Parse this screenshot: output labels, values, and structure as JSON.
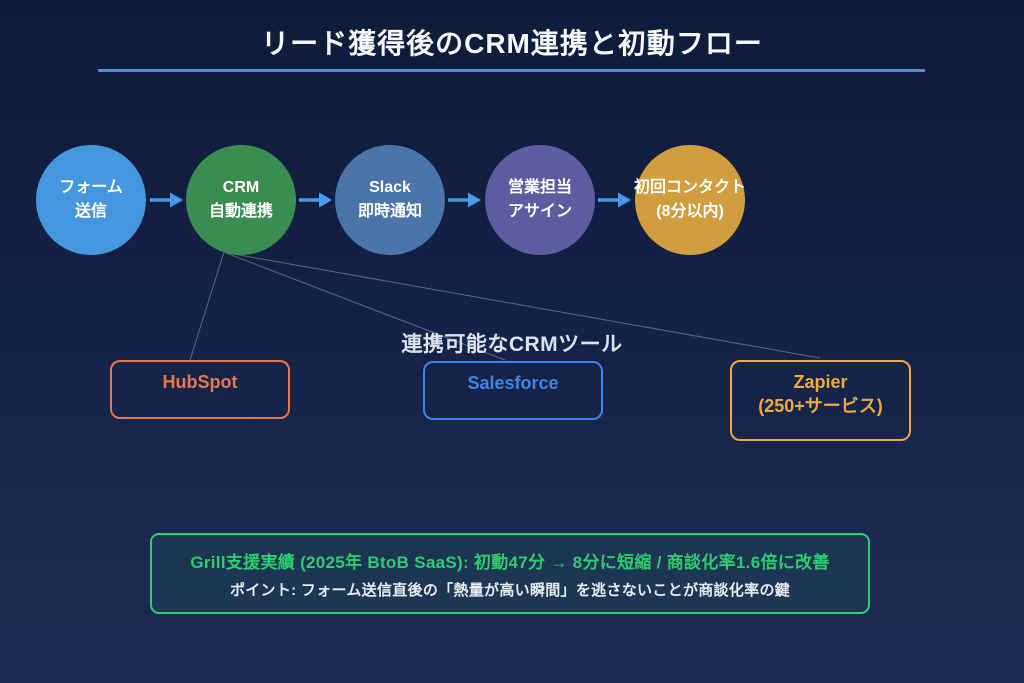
{
  "title": "リード獲得後のCRM連携と初動フロー",
  "flow": {
    "steps": [
      {
        "line1": "フォーム",
        "line2": "送信",
        "color": "#4597dd"
      },
      {
        "line1": "CRM",
        "line2": "自動連携",
        "color": "#3a8c50"
      },
      {
        "line1": "Slack",
        "line2": "即時通知",
        "color": "#4b74a9"
      },
      {
        "line1": "営業担当",
        "line2": "アサイン",
        "color": "#5d5ca0"
      },
      {
        "line1": "初回コンタクト",
        "line2": "(8分以内)",
        "color": "#d09d3f"
      }
    ],
    "arrow_color": "#4a9ce8"
  },
  "tools_section": {
    "heading": "連携可能なCRMツール",
    "tools": [
      {
        "line1": "HubSpot",
        "line2": "",
        "color": "#e8764f"
      },
      {
        "line1": "Salesforce",
        "line2": "",
        "color": "#3f82e8"
      },
      {
        "line1": "Zapier",
        "line2": "(250+サービス)",
        "color": "#eba93f"
      }
    ]
  },
  "results": {
    "line1": "Grill支援実績 (2025年 BtoB SaaS): 初動47分 → 8分に短縮 / 商談化率1.6倍に改善",
    "line2": "ポイント: フォーム送信直後の「熱量が高い瞬間」を逃さないことが商談化率の鍵",
    "accent_color": "#2ecc71"
  },
  "palette": {
    "background_top": "#0f1b39",
    "background_bottom": "#1d2c54",
    "title_underline": "#4e8fd5",
    "connector_line": "#aeb8cc"
  }
}
